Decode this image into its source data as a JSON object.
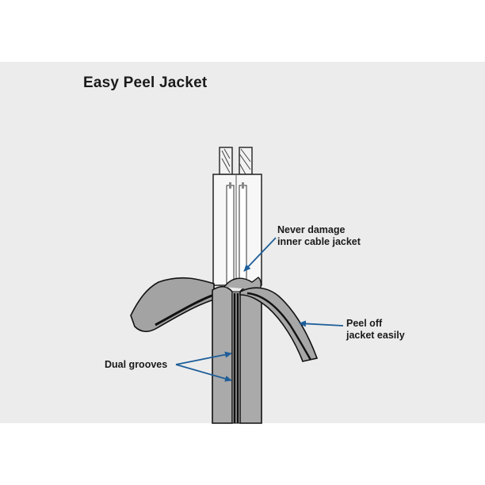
{
  "title": "Easy Peel Jacket",
  "callouts": {
    "never_damage": {
      "line1": "Never damage",
      "line2": "inner cable jacket"
    },
    "peel_off": {
      "line1": "Peel off",
      "line2": "jacket easily"
    },
    "dual_grooves": {
      "line1": "Dual grooves"
    }
  },
  "colors": {
    "background_panel": "#ececec",
    "jacket": "#a9a9a9",
    "inner_jacket": "#f7f7f7",
    "arrow": "#1f5f99",
    "outline": "#222222"
  }
}
